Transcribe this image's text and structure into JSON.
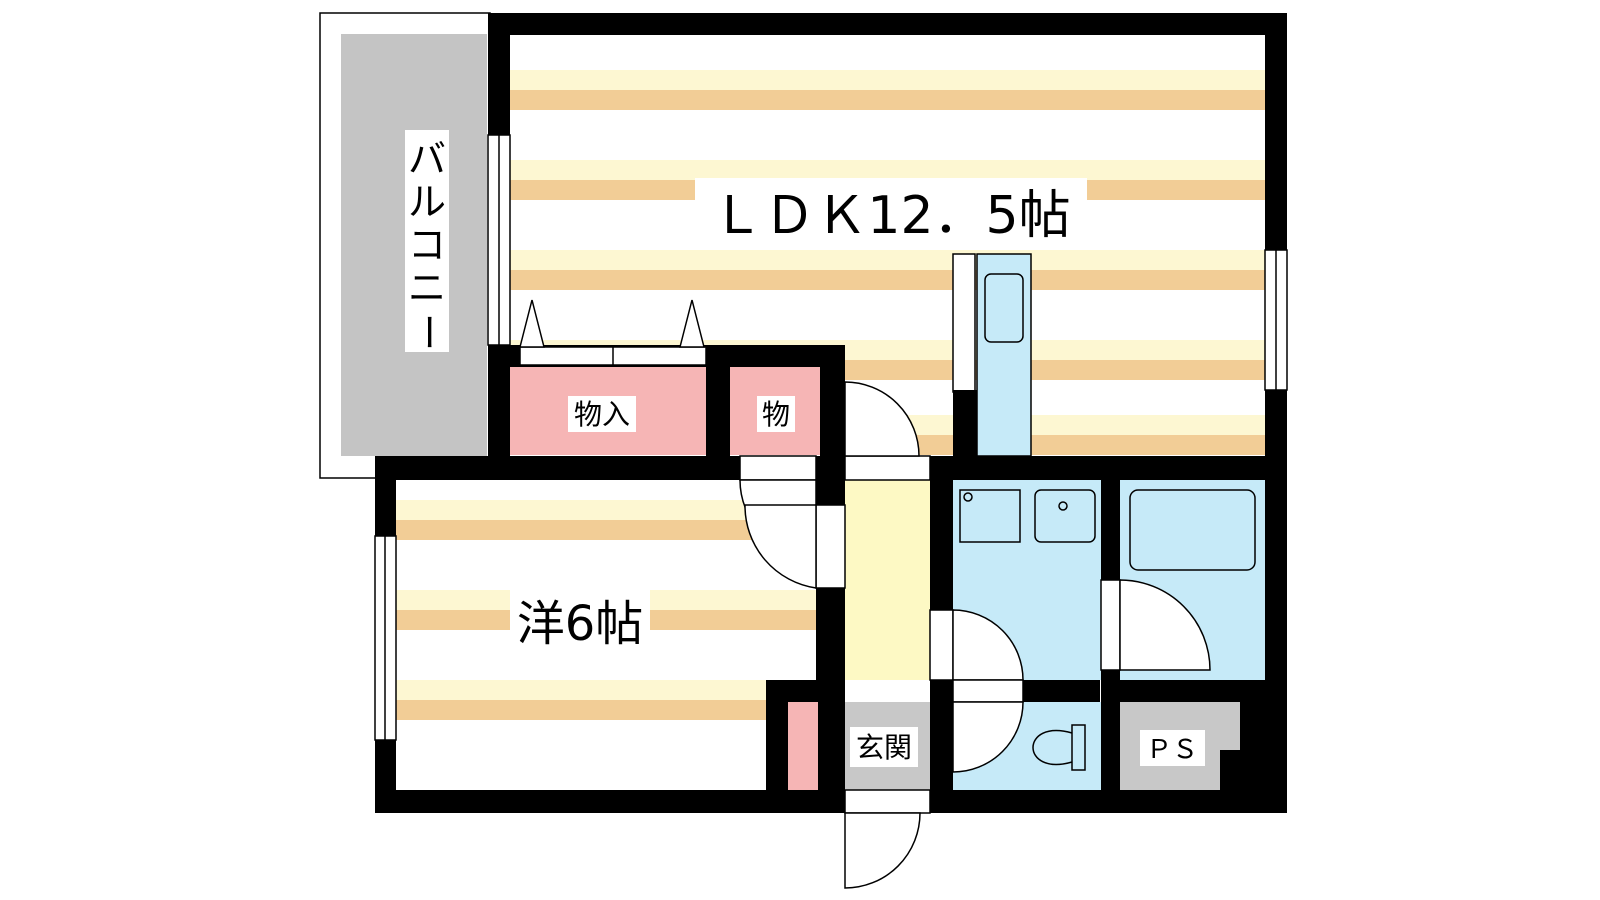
{
  "floorplan": {
    "rooms": {
      "ldk": "ＬＤＫ12．5帖",
      "western": "洋6帖",
      "balcony_chars": [
        "バ",
        "ル",
        "コ",
        "ニ",
        "ー"
      ],
      "storage_large": "物入",
      "storage_small": "物",
      "entrance": "玄関",
      "pipe_space": "ＰＳ"
    },
    "colors": {
      "wall": "#000000",
      "floor_stripe": "#f2cd96",
      "floor_stripe_light": "#fdf7d2",
      "storage": "#f6b5b5",
      "wet_area": "#c6eaf8",
      "hallway": "#fdf9c4",
      "balcony": "#c4c4c4",
      "entrance_floor": "#c8c8c8"
    }
  }
}
